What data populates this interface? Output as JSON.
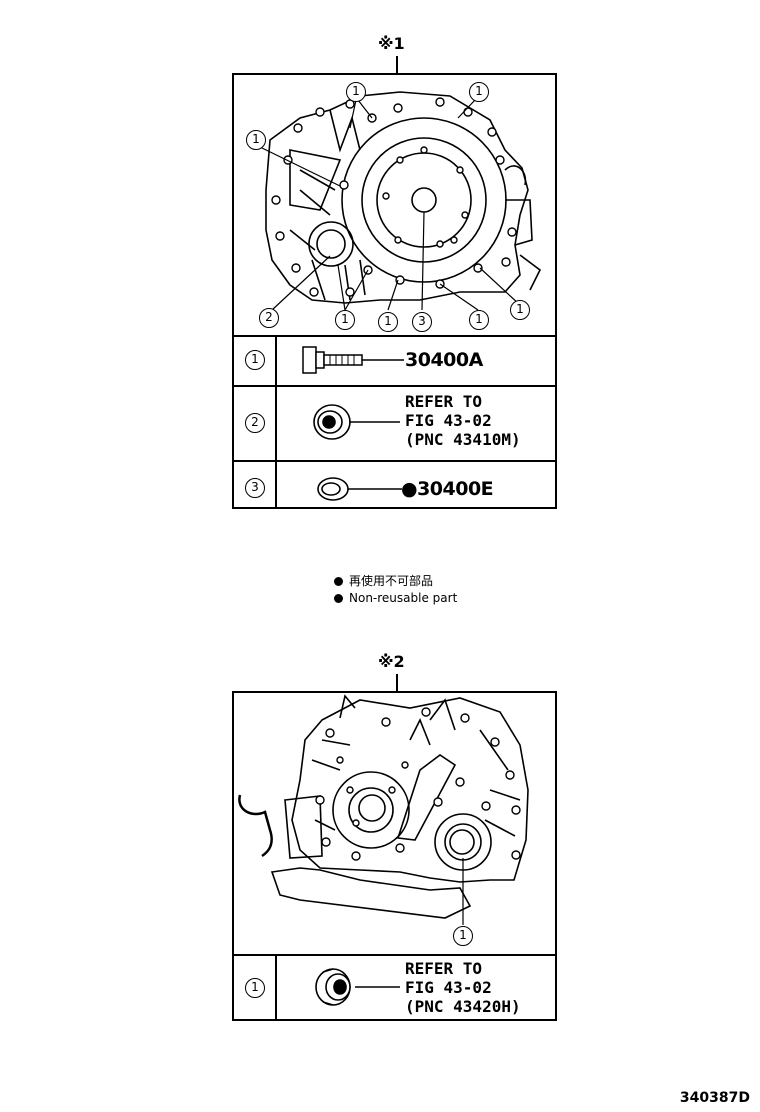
{
  "fig1": {
    "mark": "※1",
    "callouts": [
      "1",
      "1",
      "1",
      "1",
      "2",
      "1",
      "1",
      "3",
      "1",
      "1"
    ],
    "rows": [
      {
        "num": "1",
        "code": "30400A"
      },
      {
        "num": "2",
        "ref": "REFER TO\nFIG 43-02\n(PNC 43410M)"
      },
      {
        "num": "3",
        "code": "●30400E"
      }
    ]
  },
  "legend": {
    "jp": "再使用不可部品",
    "en": "Non-reusable part"
  },
  "fig2": {
    "mark": "※2",
    "callouts": [
      "1"
    ],
    "rows": [
      {
        "num": "1",
        "ref": "REFER TO\nFIG 43-02\n(PNC 43420H)"
      }
    ]
  },
  "footer": "340387D"
}
